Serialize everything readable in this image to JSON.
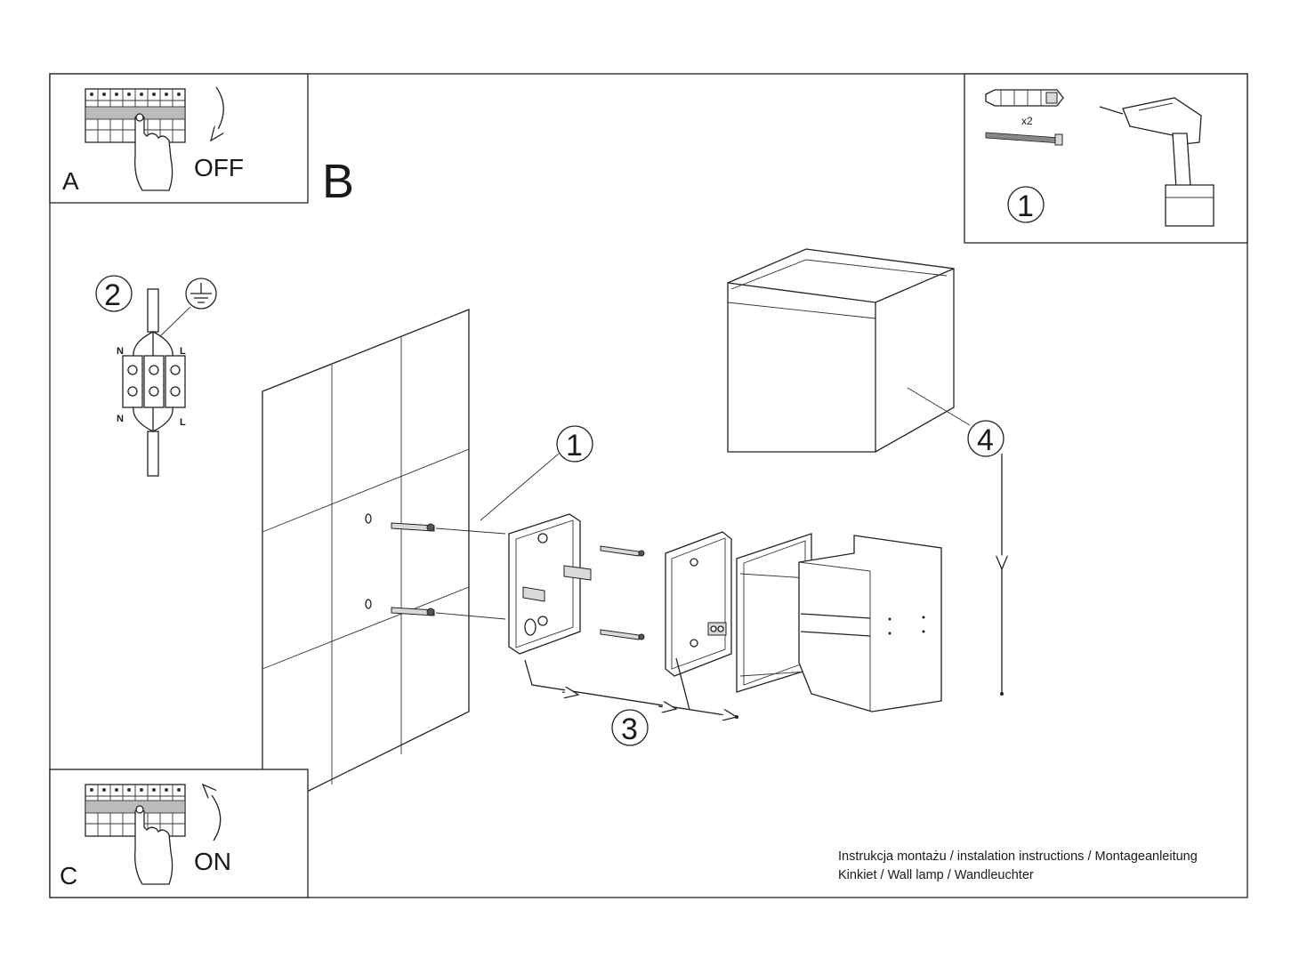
{
  "panels": {
    "a": {
      "letter": "A",
      "state": "OFF"
    },
    "b": {
      "letter": "B"
    },
    "c": {
      "letter": "C",
      "state": "ON"
    }
  },
  "tools": {
    "quantity": "x2",
    "step": "1"
  },
  "wiring": {
    "step": "2",
    "neutral_top": "N",
    "live_top": "L",
    "neutral_bottom": "N",
    "live_bottom": "L"
  },
  "steps": {
    "mount_plate": "1",
    "connect": "3",
    "cover": "4"
  },
  "footer": {
    "line1": "Instrukcja montażu / instalation instructions / Montageanleitung",
    "line2": "Kinkiet / Wall lamp / Wandleuchter"
  }
}
